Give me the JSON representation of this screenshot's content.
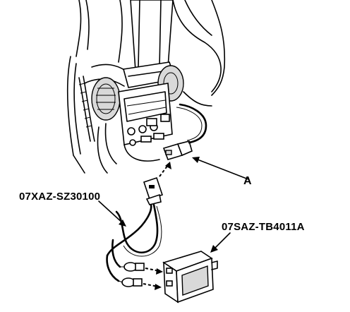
{
  "labels": {
    "harness": "07XAZ-SZ30100",
    "tester": "07SAZ-TB4011A",
    "connector": "A"
  }
}
